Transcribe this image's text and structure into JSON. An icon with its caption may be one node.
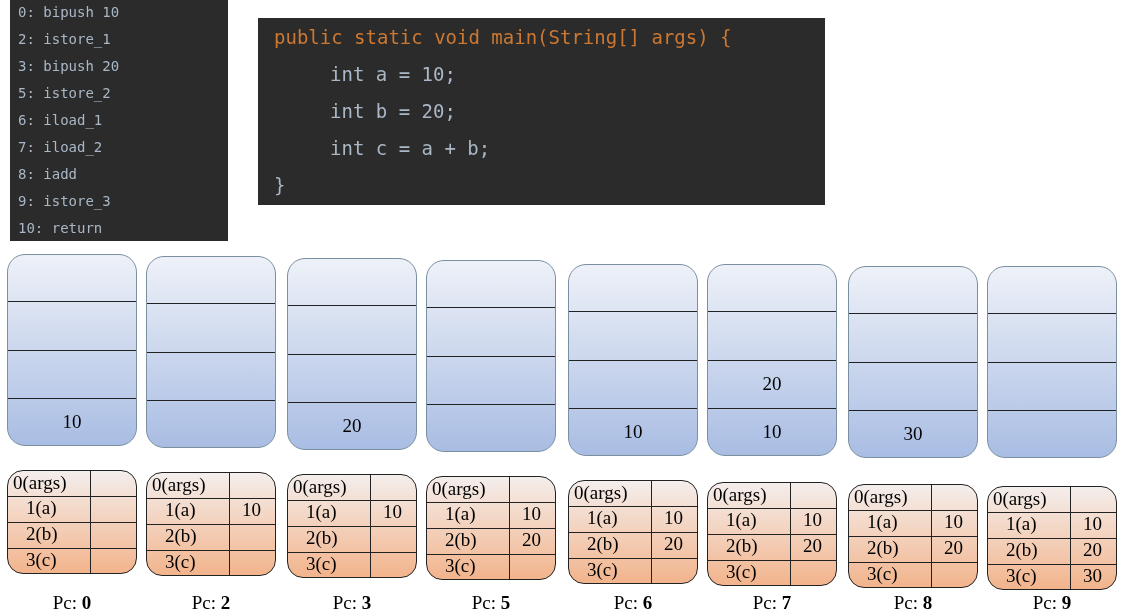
{
  "diagram": {
    "nodes": [
      {
        "text": [
          "10"
        ]
      },
      {
        "text": [],
        "shape": "box"
      },
      {
        "text": [
          "20"
        ]
      },
      {
        "text": [],
        "shape": "box"
      },
      {
        "text": [
          "10"
        ]
      },
      {
        "text": [
          "20",
          "10"
        ]
      },
      {
        "text": [
          "30"
        ]
      },
      {
        "text": [],
        "shape": "box"
      },
      {
        "text": [
          "0(args)",
          "1(a)",
          "2(b)",
          "3(c)"
        ],
        "beside": [
          "Pc: **0**"
        ]
      },
      {
        "text": [
          "0(args)",
          "1(a)",
          "2(b)",
          "3(c)",
          "10"
        ],
        "beside": [
          "Pc: **2**"
        ]
      },
      {
        "text": [
          "0(args)",
          "1(a)",
          "2(b)",
          "3(c)",
          "10"
        ],
        "beside": [
          "Pc: **3**"
        ]
      },
      {
        "text": [
          "0(args)",
          "1(a)",
          "2(b)",
          "3(c)",
          "10",
          "20"
        ],
        "beside": [
          "Pc: **5**"
        ]
      },
      {
        "text": [
          "0(args)",
          "1(a)",
          "2(b)",
          "3(c)",
          "10",
          "20"
        ],
        "beside": [
          "Pc: **6**"
        ]
      },
      {
        "text": [
          "0(args)",
          "1(a)",
          "2(b)",
          "3(c)",
          "10",
          "20"
        ],
        "beside": [
          "Pc: **7**"
        ]
      },
      {
        "text": [
          "0(args)",
          "1(a)",
          "2(b)",
          "3(c)",
          "10",
          "20"
        ],
        "beside": [
          "Pc: **8**"
        ]
      },
      {
        "text": [
          "0(args)",
          "1(a)",
          "2(b)",
          "3(c)",
          "10",
          "20",
          "30"
        ],
        "beside": [
          "Pc: **9**"
        ]
      }
    ],
    "edges": [],
    "labels": [
      "0: bipush 10",
      "2: istore_1",
      "3: bipush 20",
      "5: istore_2",
      "6: iload_1",
      "7: iload_2",
      "8: iadd",
      "9: istore_3",
      "10: return",
      "public static void main(String[] args) {",
      "int a = 10;",
      "int b = 20;",
      "int c = a + b;",
      "}"
    ]
  }
}
